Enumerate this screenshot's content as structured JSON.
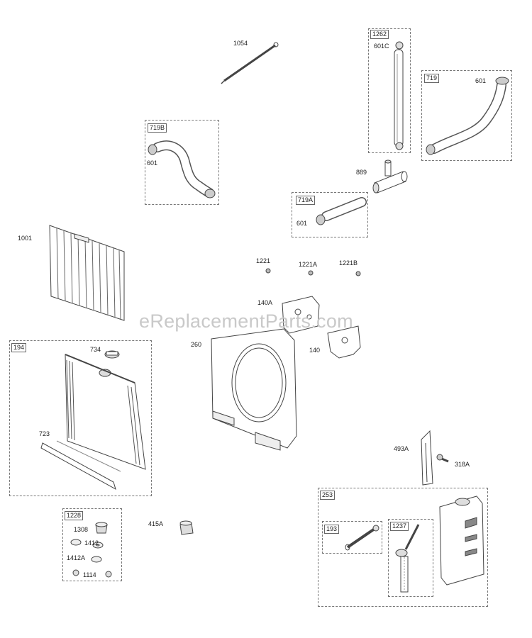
{
  "watermark": "eReplacementParts.com",
  "groups": {
    "g1262": "1262",
    "g719": "719",
    "g719b": "719B",
    "g719a": "719A",
    "g194": "194",
    "g1228": "1228",
    "g253": "253",
    "g193": "193",
    "g1237": "1237"
  },
  "labels": {
    "p1054": "1054",
    "p601c": "601C",
    "p601_719": "601",
    "p601_719b": "601",
    "p889": "889",
    "p601_719a": "601",
    "p1001": "1001",
    "p1221": "1221",
    "p1221a": "1221A",
    "p1221b": "1221B",
    "p140a": "140A",
    "p260": "260",
    "p140": "140",
    "p734": "734",
    "p723": "723",
    "p493a": "493A",
    "p318a": "318A",
    "p1308": "1308",
    "p1412": "1412",
    "p1412a": "1412A",
    "p1114": "1114",
    "p415a": "415A"
  }
}
